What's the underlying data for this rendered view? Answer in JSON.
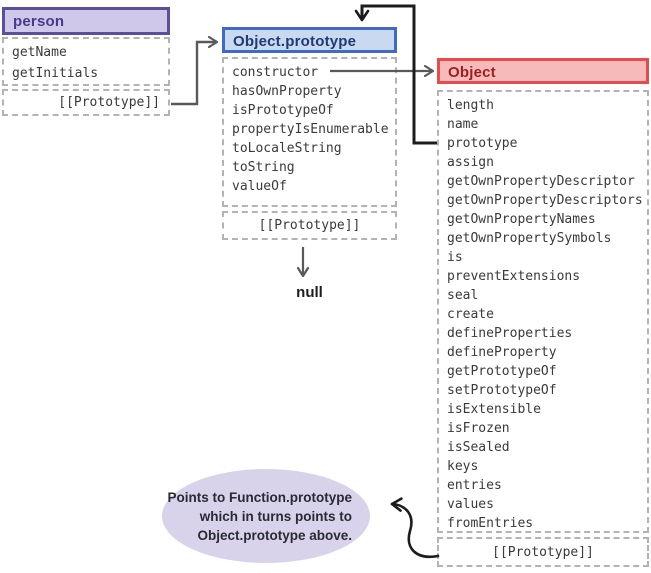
{
  "diagram": {
    "person": {
      "title": "person",
      "members": [
        "getName",
        "getInitials"
      ],
      "prototype_slot": "[[Prototype]]"
    },
    "object_prototype": {
      "title": "Object.prototype",
      "members": [
        "constructor",
        "hasOwnProperty",
        "isPrototypeOf",
        "propertyIsEnumerable",
        "toLocaleString",
        "toString",
        "valueOf"
      ],
      "prototype_slot": "[[Prototype]]",
      "prototype_value": "null"
    },
    "object": {
      "title": "Object",
      "members": [
        "length",
        "name",
        "prototype",
        "assign",
        "getOwnPropertyDescriptor",
        "getOwnPropertyDescriptors",
        "getOwnPropertyNames",
        "getOwnPropertySymbols",
        "is",
        "preventExtensions",
        "seal",
        "create",
        "defineProperties",
        "defineProperty",
        "getPrototypeOf",
        "setPrototypeOf",
        "isExtensible",
        "isFrozen",
        "isSealed",
        "keys",
        "entries",
        "values",
        "fromEntries"
      ],
      "prototype_slot": "[[Prototype]]"
    },
    "annotation": {
      "lines": [
        "Points to Function.prototype",
        "which in turns points to",
        "Object.prototype above."
      ]
    },
    "colors": {
      "person_header_fill": "#cfc8e8",
      "person_header_border": "#5c4e9e",
      "person_header_text": "#4a3a8c",
      "object_prototype_header_fill": "#c9d9f0",
      "object_prototype_header_border": "#3f6bc4",
      "object_prototype_header_text": "#1f3b73",
      "object_header_fill": "#f7baba",
      "object_header_border": "#e74c4c",
      "object_header_text": "#9c1f1f",
      "annotation_bubble_fill": "#d8d3ea",
      "dashed_border": "#b3b3b3",
      "arrow_gray": "#595959",
      "arrow_black": "#1c1c1c"
    }
  }
}
